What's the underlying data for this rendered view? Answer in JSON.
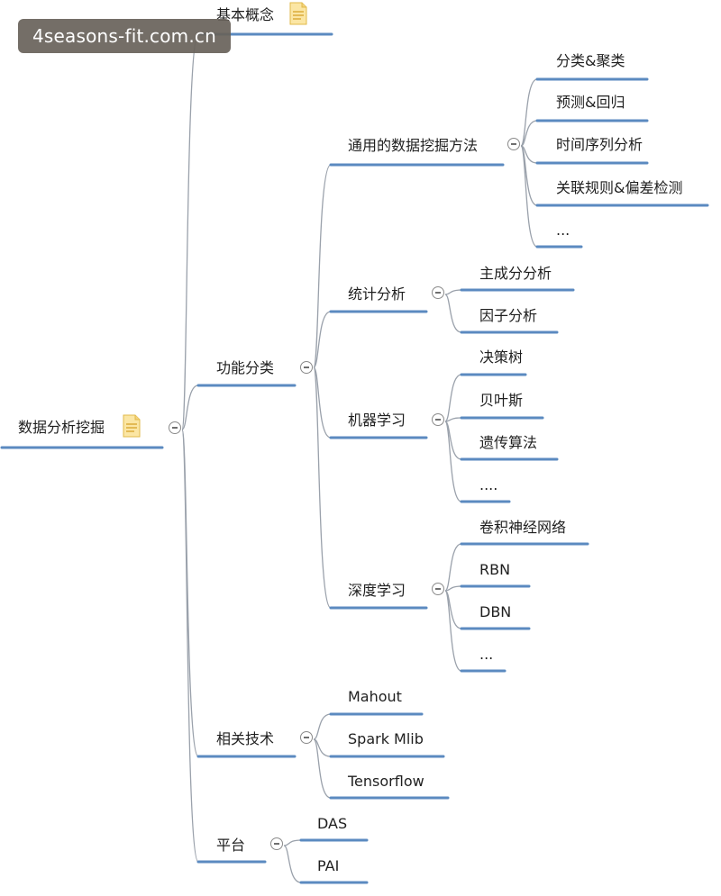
{
  "colors": {
    "line": "#5b8ac0",
    "connector": "#9aa1ab",
    "text": "#1f1f1f"
  },
  "watermark": "4seasons-fit.com.cn",
  "root": {
    "label": "数据分析挖掘",
    "icon": "note-icon"
  },
  "branches": {
    "concepts": {
      "label": "基本概念",
      "icon": "note-icon"
    },
    "functions": {
      "label": "功能分类",
      "general": {
        "label": "通用的数据挖掘方法",
        "items": [
          "分类&聚类",
          "预测&回归",
          "时间序列分析",
          "关联规则&偏差检测",
          "..."
        ]
      },
      "stats": {
        "label": "统计分析",
        "items": [
          "主成分分析",
          "因子分析"
        ]
      },
      "ml": {
        "label": "机器学习",
        "items": [
          "决策树",
          "贝叶斯",
          "遗传算法",
          "...."
        ]
      },
      "dl": {
        "label": "深度学习",
        "items": [
          "卷积神经网络",
          "RBN",
          "DBN",
          "..."
        ]
      }
    },
    "tech": {
      "label": "相关技术",
      "items": [
        "Mahout",
        "Spark Mlib",
        "Tensorflow"
      ]
    },
    "platform": {
      "label": "平台",
      "items": [
        "DAS",
        "PAI"
      ]
    }
  }
}
